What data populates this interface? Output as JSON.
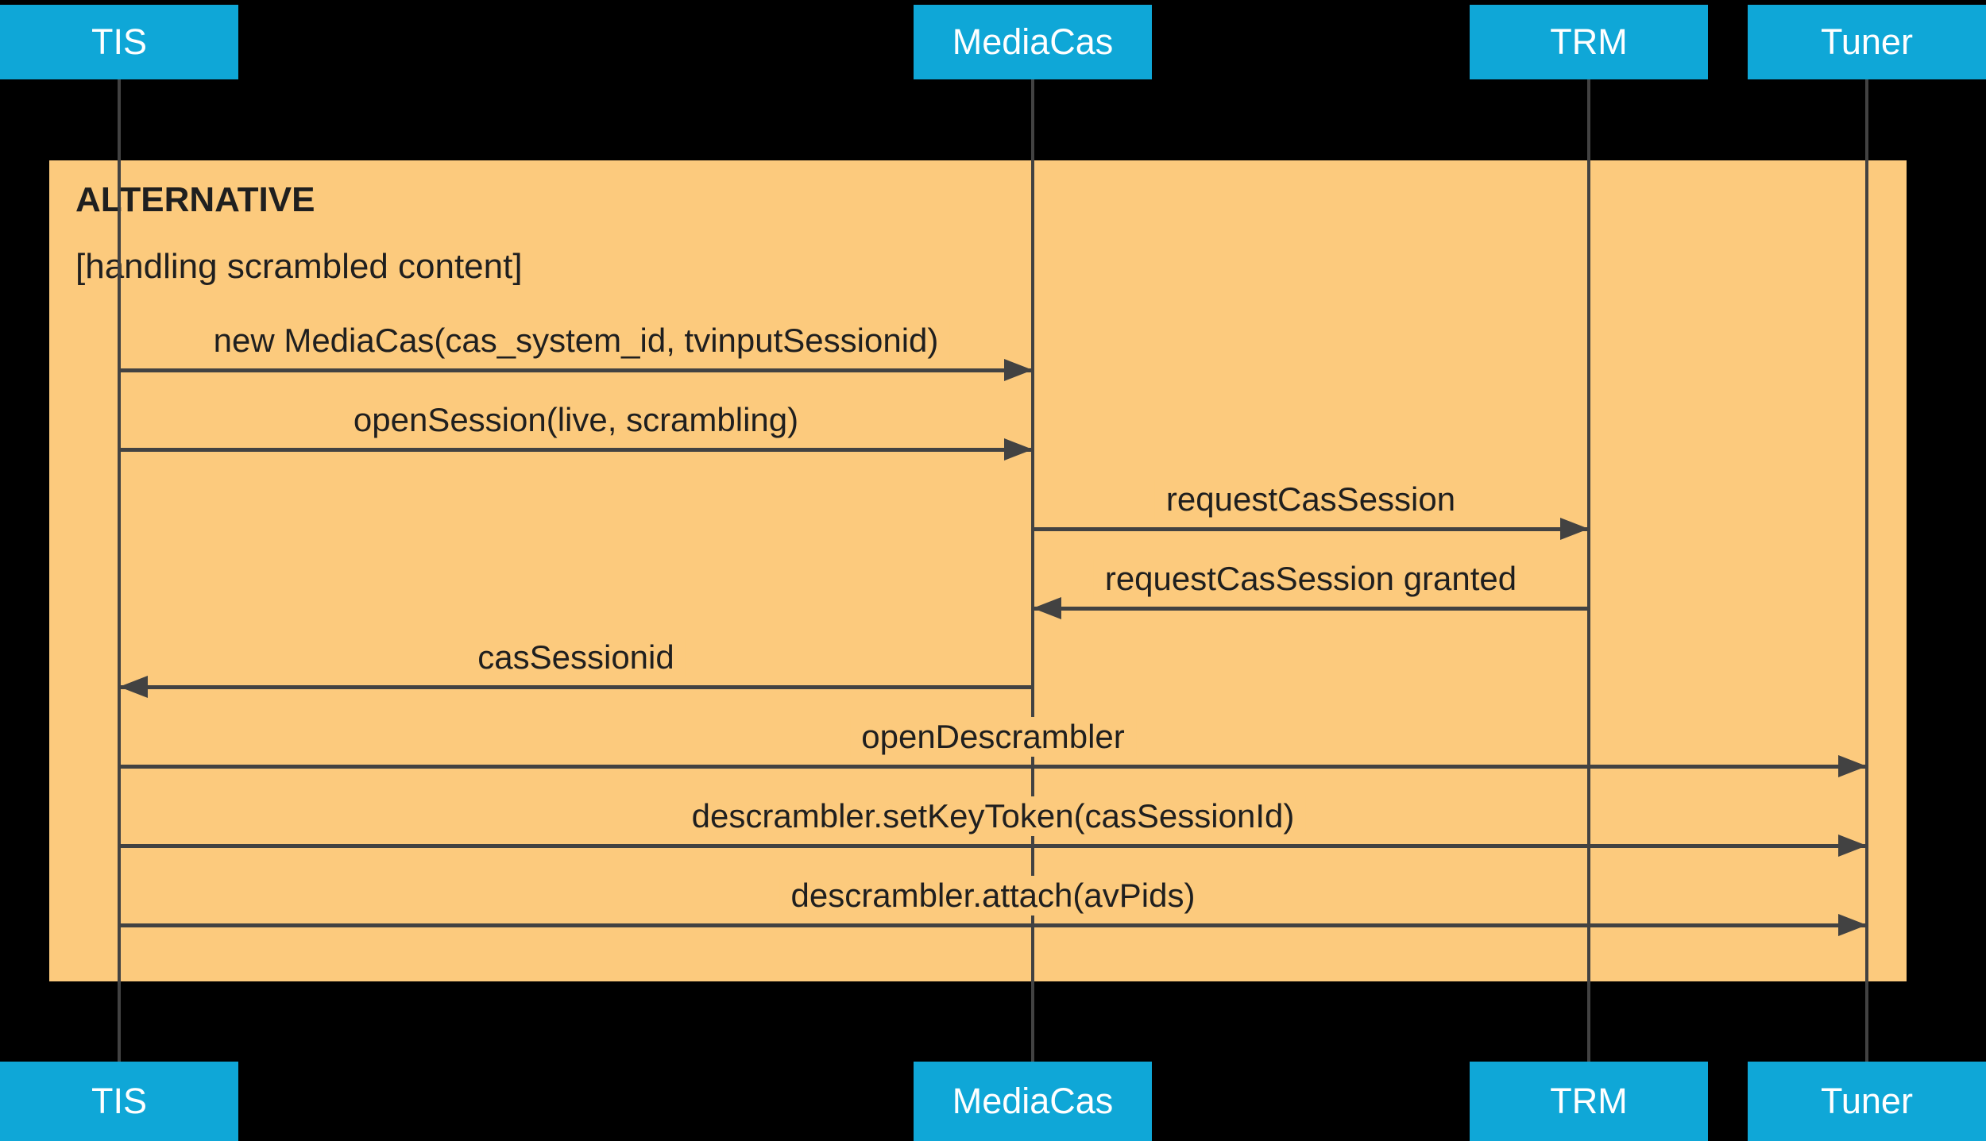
{
  "diagram": {
    "type": "uml-sequence",
    "fragment": {
      "operator": "ALTERNATIVE",
      "guard": "[handling scrambled content]"
    },
    "participants": [
      {
        "id": "tis",
        "label": "TIS"
      },
      {
        "id": "mediacas",
        "label": "MediaCas"
      },
      {
        "id": "trm",
        "label": "TRM"
      },
      {
        "id": "tuner",
        "label": "Tuner"
      }
    ],
    "messages": [
      {
        "from": "tis",
        "to": "mediacas",
        "label": "new MediaCas(cas_system_id, tvinputSessionid)"
      },
      {
        "from": "tis",
        "to": "mediacas",
        "label": "openSession(live, scrambling)"
      },
      {
        "from": "mediacas",
        "to": "trm",
        "label": "requestCasSession"
      },
      {
        "from": "trm",
        "to": "mediacas",
        "label": "requestCasSession granted"
      },
      {
        "from": "mediacas",
        "to": "tis",
        "label": "casSessionid"
      },
      {
        "from": "tis",
        "to": "tuner",
        "label": "openDescrambler"
      },
      {
        "from": "tis",
        "to": "tuner",
        "label": "descrambler.setKeyToken(casSessionId)"
      },
      {
        "from": "tis",
        "to": "tuner",
        "label": "descrambler.attach(avPids)"
      }
    ],
    "colors": {
      "background": "#000000",
      "participant_fill": "#0fa7d7",
      "participant_text": "#ffffff",
      "fragment_fill": "#fcca7d",
      "line": "#424242",
      "message_text": "#1f1f1f"
    }
  }
}
